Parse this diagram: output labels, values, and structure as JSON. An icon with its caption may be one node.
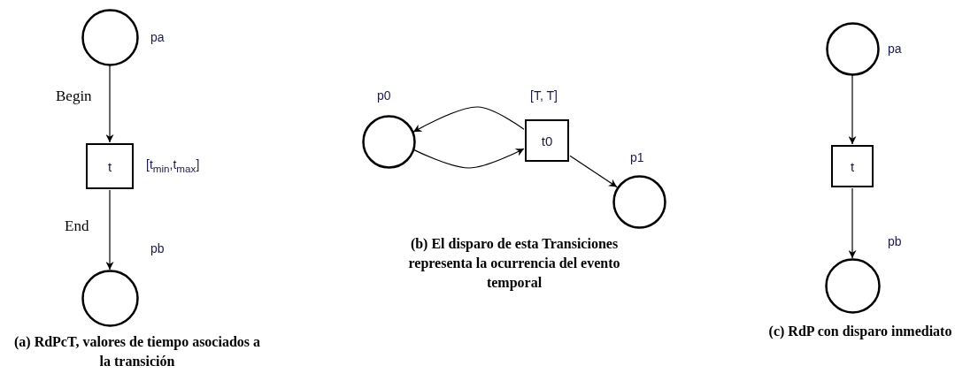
{
  "diagram": {
    "nodes": [
      {
        "text": [],
        "shape": "circle",
        "beside": [
          "pa"
        ]
      },
      {
        "text": [
          "t"
        ],
        "beside": [
          "[t$_{min}$,t$_{max}$]"
        ]
      },
      {
        "text": [],
        "shape": "circle",
        "beside": [
          "pb"
        ]
      },
      {
        "text": [],
        "shape": "circle",
        "beside": [
          "p0"
        ]
      },
      {
        "text": [
          "t0"
        ],
        "beside": [
          "[T, T]"
        ]
      },
      {
        "text": [],
        "shape": "circle",
        "beside": [
          "p1"
        ]
      },
      {
        "text": [],
        "shape": "circle",
        "beside": [
          "pa"
        ]
      },
      {
        "text": [
          "t"
        ]
      },
      {
        "text": [],
        "shape": "circle",
        "beside": [
          "pb"
        ]
      }
    ],
    "edges": [
      {
        "from": 0,
        "to": 1,
        "arrow": "to",
        "label": "Begin"
      },
      {
        "from": 1,
        "to": 2,
        "arrow": "to",
        "label": "End"
      },
      {
        "from": 4,
        "to": 3,
        "arrow": "to"
      },
      {
        "from": 3,
        "to": 4,
        "arrow": "to"
      },
      {
        "from": 4,
        "to": 5,
        "arrow": "to"
      },
      {
        "from": 6,
        "to": 7,
        "arrow": "to"
      },
      {
        "from": 7,
        "to": 8,
        "arrow": "to"
      }
    ],
    "labels": [
      "(a) RdPcT, valores de tiempo asociados a la transición",
      "(b) El disparo de esta Transiciones representa la ocurrencia del evento temporal",
      "(c) RdP con disparo inmediato"
    ]
  }
}
